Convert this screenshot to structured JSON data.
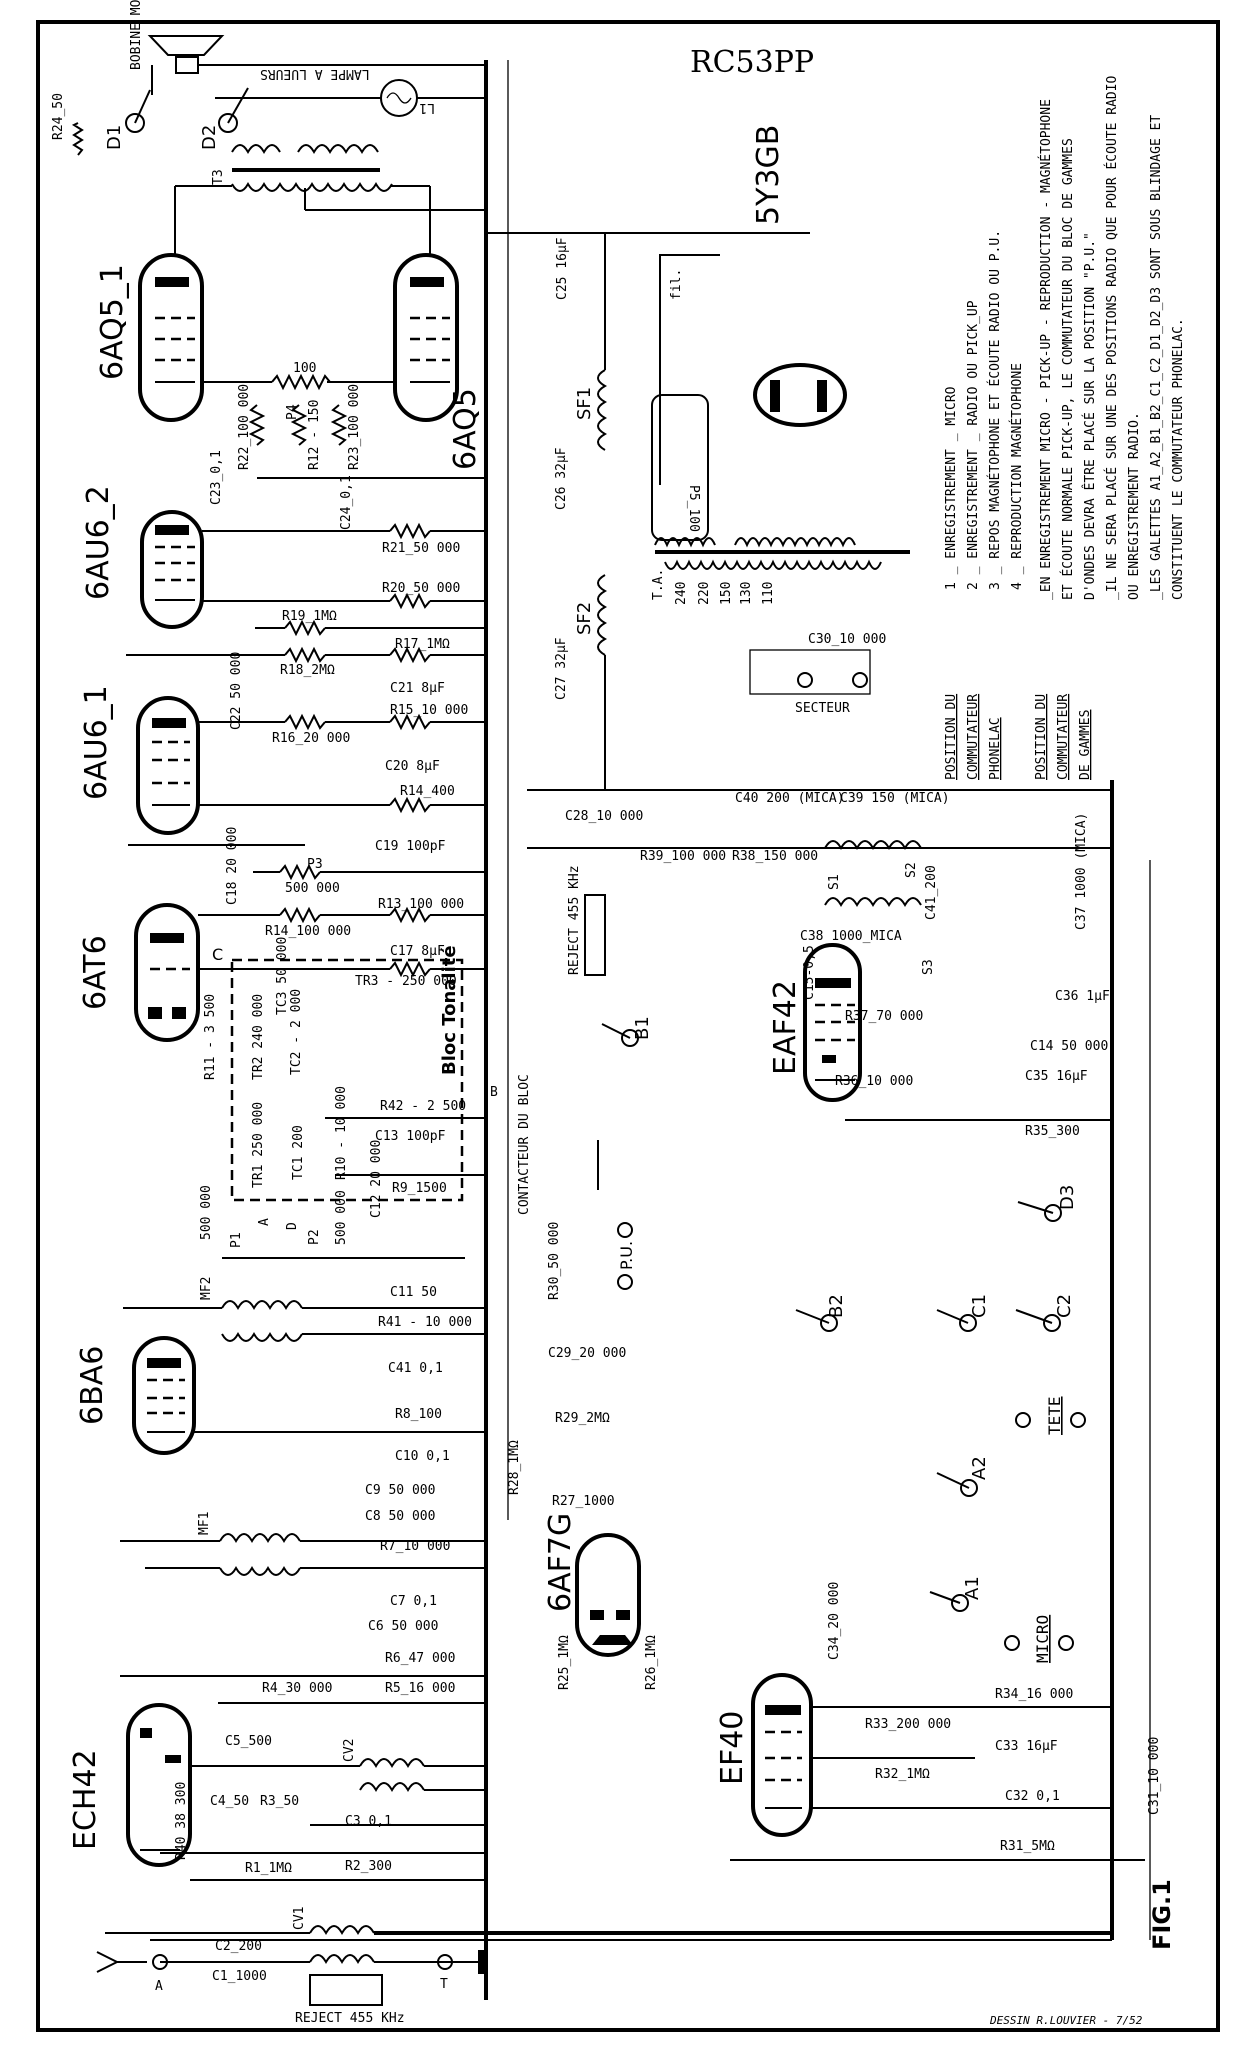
{
  "title": "RC53PP",
  "figure": "FIG.1",
  "credit": "DESSIN R.LOUVIER - 7/52",
  "tubes": [
    {
      "id": "6AQ5-1",
      "label": "6AQ5_1"
    },
    {
      "id": "6AQ5-2",
      "label": "6AQ5"
    },
    {
      "id": "6AU6-2",
      "label": "6AU6_2"
    },
    {
      "id": "6AU6-1",
      "label": "6AU6_1"
    },
    {
      "id": "6AT6",
      "label": "6AT6"
    },
    {
      "id": "6BA6",
      "label": "6BA6"
    },
    {
      "id": "ECH42",
      "label": "ECH42"
    },
    {
      "id": "6AF7G",
      "label": "6AF7G"
    },
    {
      "id": "5Y3GB",
      "label": "5Y3GB"
    },
    {
      "id": "EAF42",
      "label": "EAF42"
    },
    {
      "id": "EF40",
      "label": "EF40"
    }
  ],
  "output_stage": {
    "speaker": "BOBINE MOBILE",
    "lamp": "LAMPE A LUEURS",
    "lamp_tag": "L1",
    "r24": "R24_50",
    "switch_d1": "D1",
    "switch_d2": "D2",
    "transformer": "T3",
    "p4_center": "100",
    "p4": "P4",
    "r22": "R22_100 000",
    "r12": "R12 - 150",
    "r23": "R23_100 000",
    "c23": "C23_0,1",
    "c24": "C24_0,1",
    "r21": "R21_50 000",
    "r20": "R20_50 000",
    "r19": "R19_1MΩ",
    "r17": "R17_1MΩ",
    "r18": "R18_2MΩ",
    "c21": "C21 8μF",
    "c22": "C22 50 000",
    "r15": "R15_10 000",
    "r16": "R16_20 000",
    "c20": "C20 8μF",
    "r14b": "R14_400",
    "c19": "C19 100pF",
    "p3": "P3",
    "p3_value": "500 000",
    "c18": "C18 20 000",
    "r13": "R13_100 000",
    "r14": "R14_100 000",
    "c17": "C17 8μF"
  },
  "power": {
    "c25": "C25 16μF",
    "c26": "C26 32μF",
    "c27": "C27 32μF",
    "sf1": "SF1",
    "sf2": "SF2",
    "p5": "P5_100",
    "heater": "fil.",
    "transformer": "T.A.",
    "taps": [
      "240",
      "220",
      "150",
      "130",
      "110"
    ],
    "c30": "C30_10 000",
    "mains": "SECTEUR"
  },
  "tone_block": {
    "title": "Bloc Tonalité",
    "node_c": "C",
    "node_b": "B",
    "node_a": "A",
    "node_d": "D",
    "tr3": "TR3 - 250 000",
    "tc3": "TC3 50 000",
    "tr2": "TR2 240 000",
    "tc2": "TC2 - 2 000",
    "r11": "R11 - 3 500",
    "tr1": "TR1 250 000",
    "tc1": "TC1 200",
    "r10": "R10 - 10 000",
    "r42": "R42 - 2 500",
    "c13": "C13 100pF",
    "c12": "C12 20 000",
    "r9": "R9_1500",
    "p1": "P1",
    "p1_value": "500 000",
    "p2": "P2",
    "p2_value": "500 000"
  },
  "if_stage": {
    "mf2": "MF2",
    "mf1": "MF1",
    "c11": "C11 50",
    "r41": "R41 - 10 000",
    "c41": "C41 0,1",
    "r8": "R8_100",
    "c10": "C10 0,1",
    "c9": "C9 50 000",
    "c8": "C8 50 000",
    "r7": "R7_10 000",
    "c7": "C7 0,1",
    "c6": "C6 50 000",
    "r6": "R6_47 000",
    "r5": "R5_16 000",
    "r4": "R4_30 000"
  },
  "front_end": {
    "c5": "C5_500",
    "cv2": "CV2",
    "cv1": "CV1",
    "r40": "R40 38 300",
    "c4": "C4_50",
    "r3": "R3_50",
    "c3": "C3 0,1",
    "r2": "R2_300",
    "r1": "R1_1MΩ",
    "c2": "C2_200",
    "c1": "C1_1000",
    "reject": "REJECT 455 KHz",
    "antenna": "A",
    "earth": "T"
  },
  "record_section": {
    "contactor": "CONTACTEUR DU BLOC",
    "r30": "R30_50 000",
    "pu": "P.U.",
    "c29": "C29_20 000",
    "r29": "R29_2MΩ",
    "r28": "R28_1MΩ",
    "r27": "R27_1000",
    "r25": "R25_1MΩ",
    "r26": "R26_1MΩ",
    "reject_b": "REJECT 455 KHz",
    "b1": "B1",
    "b2": "B2",
    "c28": "C28_10 000",
    "r39": "R39_100 000",
    "r38": "R38_150 000",
    "c40": "C40 200 (MICA)",
    "c39": "C39 150 (MICA)",
    "s1": "S1",
    "s2": "S2",
    "s3": "S3",
    "c38": "C38 1000_MICA",
    "c41b": "C41_200",
    "c37": "C37 1000 (MICA)",
    "c15": "C15-0,5",
    "r37": "R37_70 000",
    "c36": "C36 1μF",
    "c14": "C14 50 000",
    "r36": "R36_10 000",
    "c35": "C35 16μF",
    "r35": "R35_300",
    "d3": "D3",
    "c1s": "C1",
    "c2s": "C2",
    "tete": "TETE",
    "a2": "A2",
    "a1": "A1",
    "micro": "MICRO",
    "c34": "C34_20 000",
    "r34": "R34_16 000",
    "r33": "R33_200 000",
    "c33": "C33 16μF",
    "r32": "R32_1MΩ",
    "c32": "C32 0,1",
    "r31": "R31_5MΩ",
    "c31": "C31_10 000"
  },
  "notes": {
    "phonelac_heading": [
      "POSITION DU",
      "COMMUTATEUR",
      "PHONELAC"
    ],
    "phonelac_items": [
      "1 _ ENREGISTREMENT _ MICRO",
      "2 _ ENREGISTREMENT _ RADIO OU PICK_UP",
      "3 _ REPOS MAGNÉTOPHONE ET ÉCOUTE RADIO OU P.U.",
      "4 _ REPRODUCTION MAGNÉTOPHONE"
    ],
    "gammes_heading": [
      "POSITION DU",
      "COMMUTATEUR",
      "DE GAMMES"
    ],
    "gammes_items": [
      "_EN ENREGISTREMENT MICRO - PICK-UP - REPRODUCTION - MAGNÉTOPHONE",
      "ET ÉCOUTE NORMALE PICK-UP, LE COMMUTATEUR DU BLOC DE GAMMES",
      "D'ONDES DEVRA ÊTRE PLACÉ SUR LA POSITION \"P.U.\"",
      "_IL NE SERA PLACÉ SUR UNE DES POSITIONS RADIO QUE POUR ÉCOUTE RADIO",
      "OU ENREGISTREMENT RADIO.",
      "_LES GALETTES A1_A2_B1_B2_C1_C2_D1_D2_D3 SONT SOUS BLINDAGE ET",
      "CONSTITUENT LE COMMUTATEUR PHONELAC."
    ]
  }
}
